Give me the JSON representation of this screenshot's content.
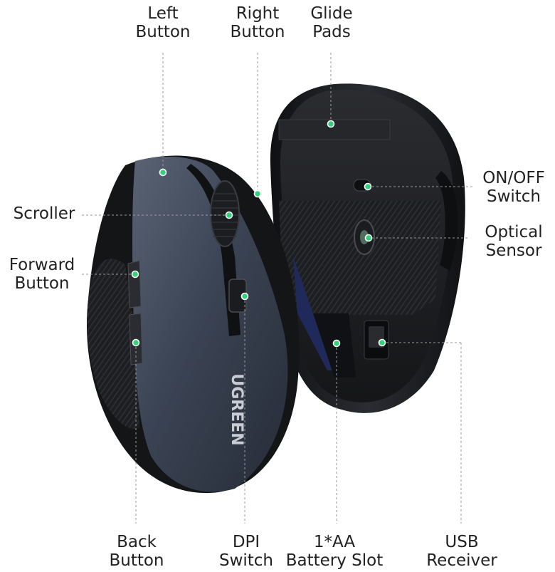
{
  "brand": {
    "logo_text": "UGREEN"
  },
  "colors": {
    "callout_dot": "#33d17a",
    "mouse_body": "#3a4352",
    "mouse_black": "#1b1c1f"
  },
  "labels": {
    "left_button": [
      "Left",
      "Button"
    ],
    "right_button": [
      "Right",
      "Button"
    ],
    "glide_pads": [
      "Glide",
      "Pads"
    ],
    "scroller": [
      "Scroller"
    ],
    "forward_button": [
      "Forward",
      "Button"
    ],
    "on_off_switch": [
      "ON/OFF",
      "Switch"
    ],
    "optical_sensor": [
      "Optical",
      "Sensor"
    ],
    "back_button": [
      "Back",
      "Button"
    ],
    "dpi_switch": [
      "DPI",
      "Switch"
    ],
    "battery_slot": [
      "1*AA",
      "Battery Slot"
    ],
    "usb_receiver": [
      "USB",
      "Receiver"
    ]
  }
}
